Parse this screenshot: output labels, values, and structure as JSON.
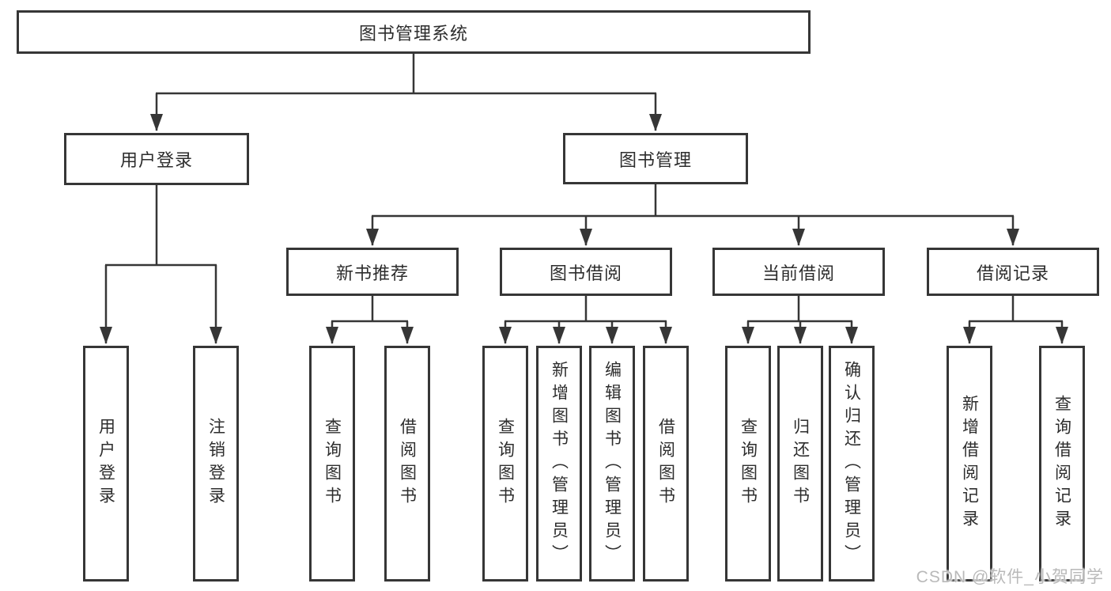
{
  "tree": {
    "root": "图书管理系统",
    "children": [
      {
        "label": "用户登录",
        "children": [
          "用户登录",
          "注销登录"
        ]
      },
      {
        "label": "图书管理",
        "children": [
          {
            "label": "新书推荐",
            "children": [
              "查询图书",
              "借阅图书"
            ]
          },
          {
            "label": "图书借阅",
            "children": [
              "查询图书",
              "新增图书（管理员）",
              "编辑图书（管理员）",
              "借阅图书"
            ]
          },
          {
            "label": "当前借阅",
            "children": [
              "查询图书",
              "归还图书",
              "确认归还（管理员）"
            ]
          },
          {
            "label": "借阅记录",
            "children": [
              "新增借阅记录",
              "查询借阅记录"
            ]
          }
        ]
      }
    ]
  },
  "watermark": {
    "text": "CSDN @软件_小贺同学"
  },
  "colors": {
    "line": "#363636",
    "box_border": "#363636",
    "text": "#2d2d2d",
    "background": "#ffffff",
    "watermark": "#b9b9b9"
  }
}
